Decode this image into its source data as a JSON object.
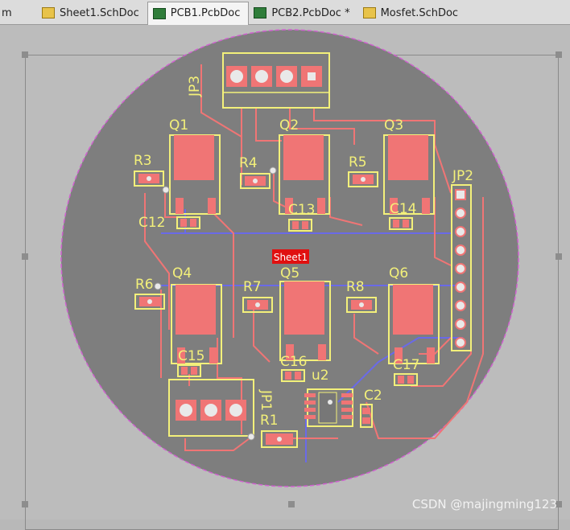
{
  "tabs": [
    {
      "label": "m",
      "kind": "sch"
    },
    {
      "label": "Sheet1.SchDoc",
      "kind": "sch"
    },
    {
      "label": "PCB1.PcbDoc",
      "kind": "pcb"
    },
    {
      "label": "PCB2.PcbDoc *",
      "kind": "pcb"
    },
    {
      "label": "Mosfet.SchDoc",
      "kind": "sch"
    }
  ],
  "components": {
    "jp3": "JP3",
    "jp2": "JP2",
    "jp1": "JP1",
    "q1": "Q1",
    "q2": "Q2",
    "q3": "Q3",
    "q4": "Q4",
    "q5": "Q5",
    "q6": "Q6",
    "r1": "R1",
    "r3": "R3",
    "r4": "R4",
    "r5": "R5",
    "r6": "R6",
    "r7": "R7",
    "r8": "R8",
    "c2": "C2",
    "c12": "C12",
    "c13": "C13",
    "c14": "C14",
    "c15": "C15",
    "c16": "C16",
    "c17": "C17",
    "u2": "u2"
  },
  "room_label": "Sheet1",
  "watermark": "CSDN @majingming123",
  "colors": {
    "board": "#7e7e7e",
    "outline": "#d060d0",
    "silk": "#f3f07a",
    "copper_top": "#f07575",
    "copper_bottom": "#6a6ae8",
    "pad": "#e9e9e9"
  }
}
